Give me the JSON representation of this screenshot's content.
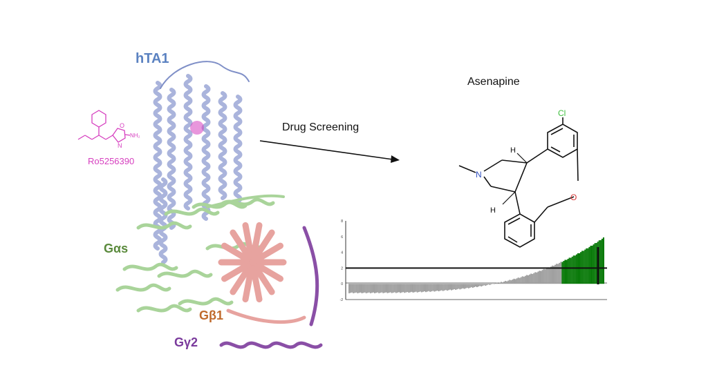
{
  "labels": {
    "receptor": "hTA1",
    "ligand": "Ro5256390",
    "g_alpha": "Gαs",
    "g_beta": "Gβ1",
    "g_gamma": "Gγ2",
    "arrow_text": "Drug Screening",
    "hit_name": "Asenapine"
  },
  "molecule_atoms": {
    "cl": "Cl",
    "n": "N",
    "o": "O",
    "h1": "H",
    "h2": "H",
    "ligand_n": "N",
    "ligand_o": "O",
    "ligand_nh2": "NH₂"
  },
  "colors": {
    "receptor": "#aab4dc",
    "g_alpha": "#a9d49a",
    "g_beta": "#e7a39f",
    "g_gamma": "#8a4fa6",
    "ligand": "#d63fbf",
    "hit_bars": "#0a7a0a",
    "other_bars": "#a0a0a0"
  },
  "chart_data": {
    "type": "bar",
    "ytick_labels": [
      "8",
      "6",
      "4",
      "2",
      "0",
      "-2"
    ],
    "ylim": [
      -2,
      8
    ],
    "threshold": 2,
    "n_compounds": 180,
    "value_range": [
      -1.2,
      5.8
    ],
    "hit_count": 30
  }
}
